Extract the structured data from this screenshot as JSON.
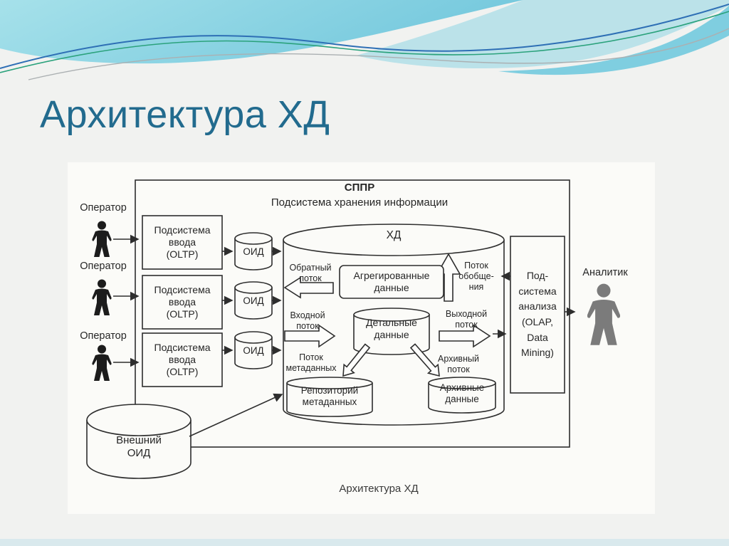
{
  "slide": {
    "title": "Архитектура ХД",
    "title_color": "#226B8E",
    "background_color": "#F1F2F0",
    "bottom_strip_color": "#D9E9ED"
  },
  "decor": {
    "teal_light": "#A6E1EA",
    "teal_dark": "#74C8DD",
    "accent_blue": "#2E6FB5",
    "accent_green": "#2BA27C",
    "accent_gray": "#ABB0B2"
  },
  "diagram": {
    "caption": "Архитектура ХД",
    "sppr_label": "СППР",
    "storage_label": "Подсистема хранения информации",
    "operators": [
      {
        "label": "Оператор"
      },
      {
        "label": "Оператор"
      },
      {
        "label": "Оператор"
      }
    ],
    "input_boxes": [
      {
        "label": "Подсистема\nввода\n(OLTP)"
      },
      {
        "label": "Подсистема\nввода\n(OLTP)"
      },
      {
        "label": "Подсистема\nввода\n(OLTP)"
      }
    ],
    "oid_cylinders": [
      {
        "label": "ОИД"
      },
      {
        "label": "ОИД"
      },
      {
        "label": "ОИД"
      }
    ],
    "dw_label": "ХД",
    "flows": {
      "reverse": "Обратный\nпоток",
      "generalization": "Поток\nобобще-\nния",
      "input": "Входной\nпоток",
      "output": "Выходной\nпоток",
      "metadata": "Поток\nметаданных",
      "archive": "Архивный\nпоток"
    },
    "aggregated_data": "Агрегированные\nданные",
    "detailed_data": "Детальные\nданные",
    "metadata_repository": "Репозиторий\nметаданных",
    "archive_data": "Архивные\nданные",
    "analysis_subsystem": "Под-\nсистема\nанализа\n(OLAP,\nData\nMining)",
    "analyst_label": "Аналитик",
    "external_oid": "Внешний\nОИД"
  }
}
